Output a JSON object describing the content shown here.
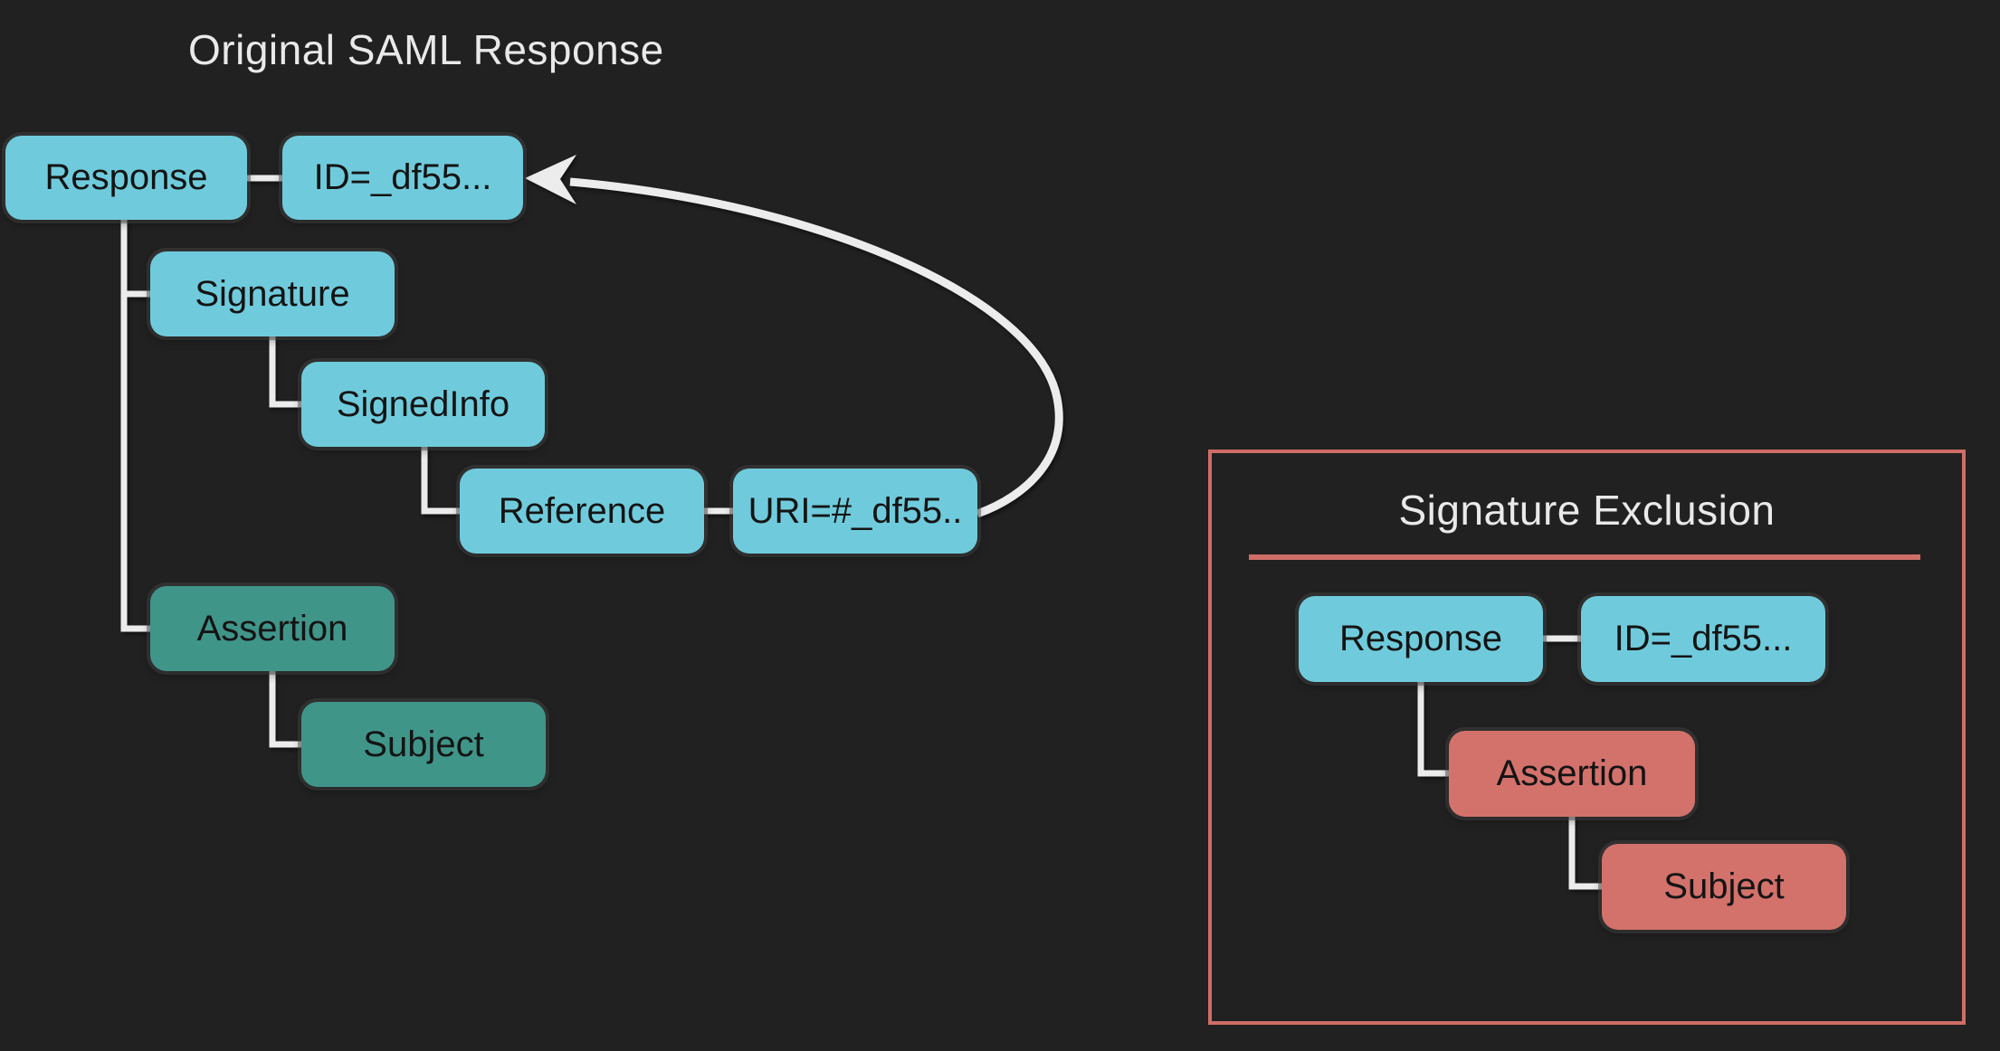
{
  "left_diagram": {
    "title": "Original SAML Response",
    "nodes": {
      "response": "Response",
      "id_attr": "ID=_df55...",
      "signature": "Signature",
      "signed_info": "SignedInfo",
      "reference": "Reference",
      "uri_attr": "URI=#_df55..",
      "assertion": "Assertion",
      "subject": "Subject"
    }
  },
  "right_panel": {
    "title": "Signature Exclusion",
    "nodes": {
      "response": "Response",
      "id_attr": "ID=_df55...",
      "assertion": "Assertion",
      "subject": "Subject"
    }
  },
  "colors": {
    "background": "#212121",
    "node_cyan": "#6fcbdc",
    "node_teal": "#409589",
    "node_salmon": "#d3716b",
    "connector_white": "#ececec",
    "panel_border_red": "#cf6d67",
    "title_text": "#e9e9e9",
    "node_text": "#141414"
  }
}
